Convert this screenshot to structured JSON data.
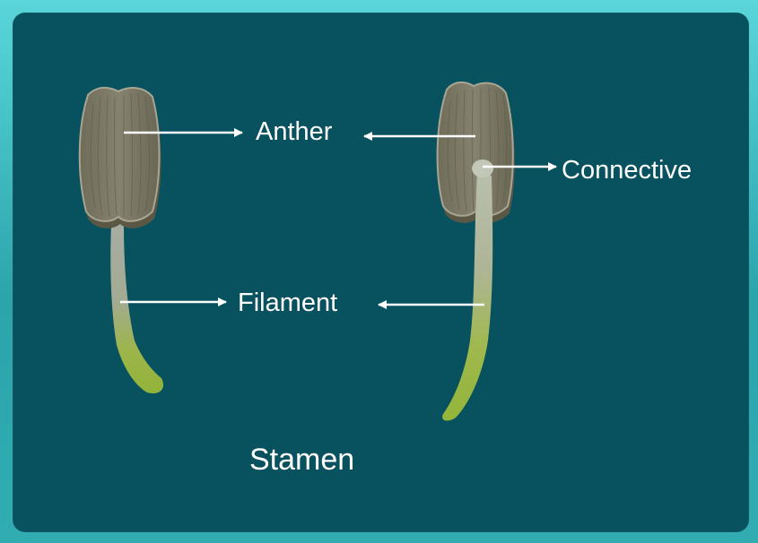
{
  "diagram": {
    "labels": {
      "anther": "Anther",
      "connective": "Connective",
      "filament": "Filament",
      "caption": "Stamen"
    },
    "colors": {
      "background_panel": "#08515f",
      "frame": "#2aa3a8",
      "anther_fill": "#7d7a66",
      "anther_shadow": "#55533f",
      "filament_top": "#a9b0a6",
      "filament_bottom": "#97b43c",
      "arrow": "#ffffff",
      "text": "#ffffff"
    }
  }
}
